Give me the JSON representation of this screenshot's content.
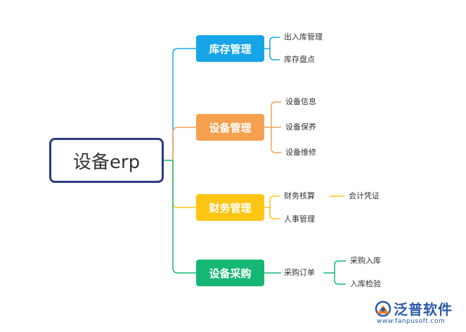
{
  "root": {
    "label": "设备erp"
  },
  "colors": {
    "root_border": "#2e3a80",
    "branch1": "#17a5e8",
    "branch2": "#f5a04e",
    "branch3": "#fec515",
    "branch4": "#16b775"
  },
  "branches": [
    {
      "label": "库存管理",
      "leaves": [
        "出入库管理",
        "库存盘点"
      ]
    },
    {
      "label": "设备管理",
      "leaves": [
        "设备信息",
        "设备保养",
        "设备维修"
      ]
    },
    {
      "label": "财务管理",
      "leaves": [
        "财务核算",
        "人事管理"
      ],
      "sub": {
        "parent": "财务核算",
        "items": [
          "会计凭证"
        ]
      }
    },
    {
      "label": "设备采购",
      "leaves": [
        "采购订单"
      ],
      "sub": {
        "parent": "采购订单",
        "items": [
          "采购入库",
          "入库检验"
        ]
      }
    }
  ],
  "watermark": {
    "brand": "泛普软件",
    "url": "www.fanpusoft.com",
    "icon": "fanpu-logo-icon"
  }
}
